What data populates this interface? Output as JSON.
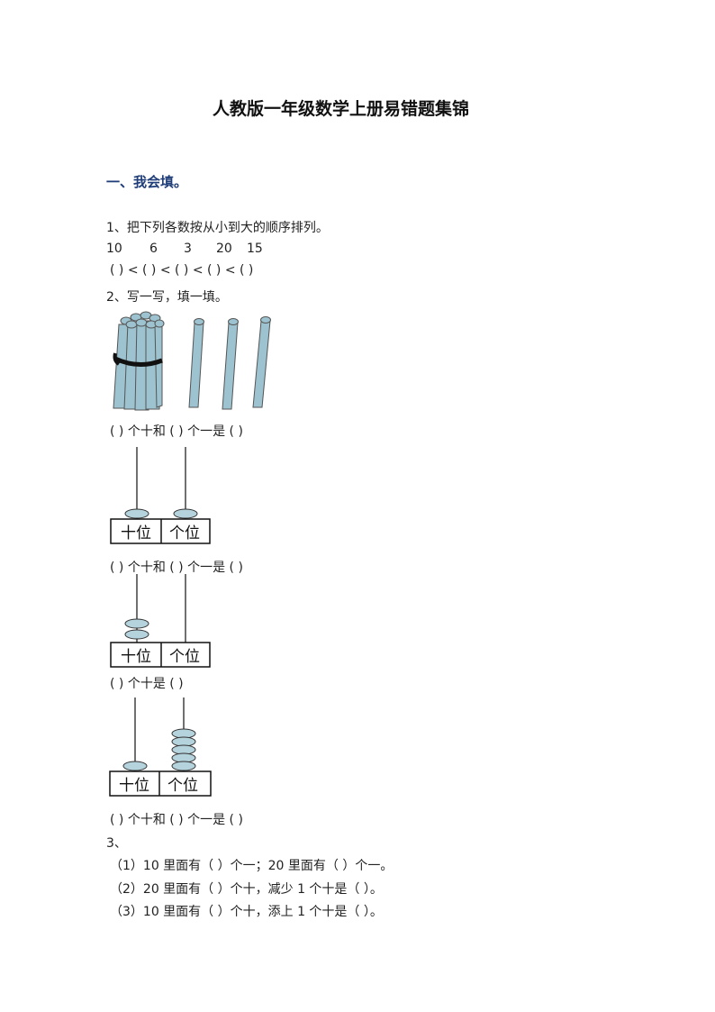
{
  "title": "人教版一年级数学上册易错题集锦",
  "section1": {
    "heading": "一、我会填。"
  },
  "q1": {
    "prompt": "1、把下列各数按从小到大的顺序排列。",
    "numbers": [
      "10",
      "6",
      "3",
      "20",
      "15"
    ],
    "blanks": "(   ) < (   ) < (   ) < (   ) < (   )"
  },
  "q2": {
    "prompt": "2、写一写，填一填。",
    "sticks_caption": "(   ) 个十和 (   ) 个一是 (   )",
    "abacus1": {
      "tens_beads": 1,
      "ones_beads": 1,
      "caption": "(   ) 个十和 (   ) 个一是 (   )"
    },
    "abacus2": {
      "tens_beads": 2,
      "ones_beads": 0,
      "caption": "(   ) 个十是 (   )"
    },
    "abacus3": {
      "tens_beads": 1,
      "ones_beads": 5,
      "caption": "(   ) 个十和 (   ) 个一是 (   )"
    },
    "place_labels": {
      "tens": "十位",
      "ones": "个位"
    }
  },
  "q3": {
    "prompt": "3、",
    "items": [
      "（1）10 里面有（   ）个一；20 里面有（   ）个一。",
      "（2）20 里面有（   ）个十，减少 1 个十是（   ）。",
      "（3）10 里面有（   ）个十，添上 1 个十是（   ）。"
    ]
  },
  "colors": {
    "stick_fill": "#9cc3cf",
    "stick_stroke": "#555555",
    "bead_fill": "#b5d3dc",
    "heading_blue": "#1f3d78"
  }
}
